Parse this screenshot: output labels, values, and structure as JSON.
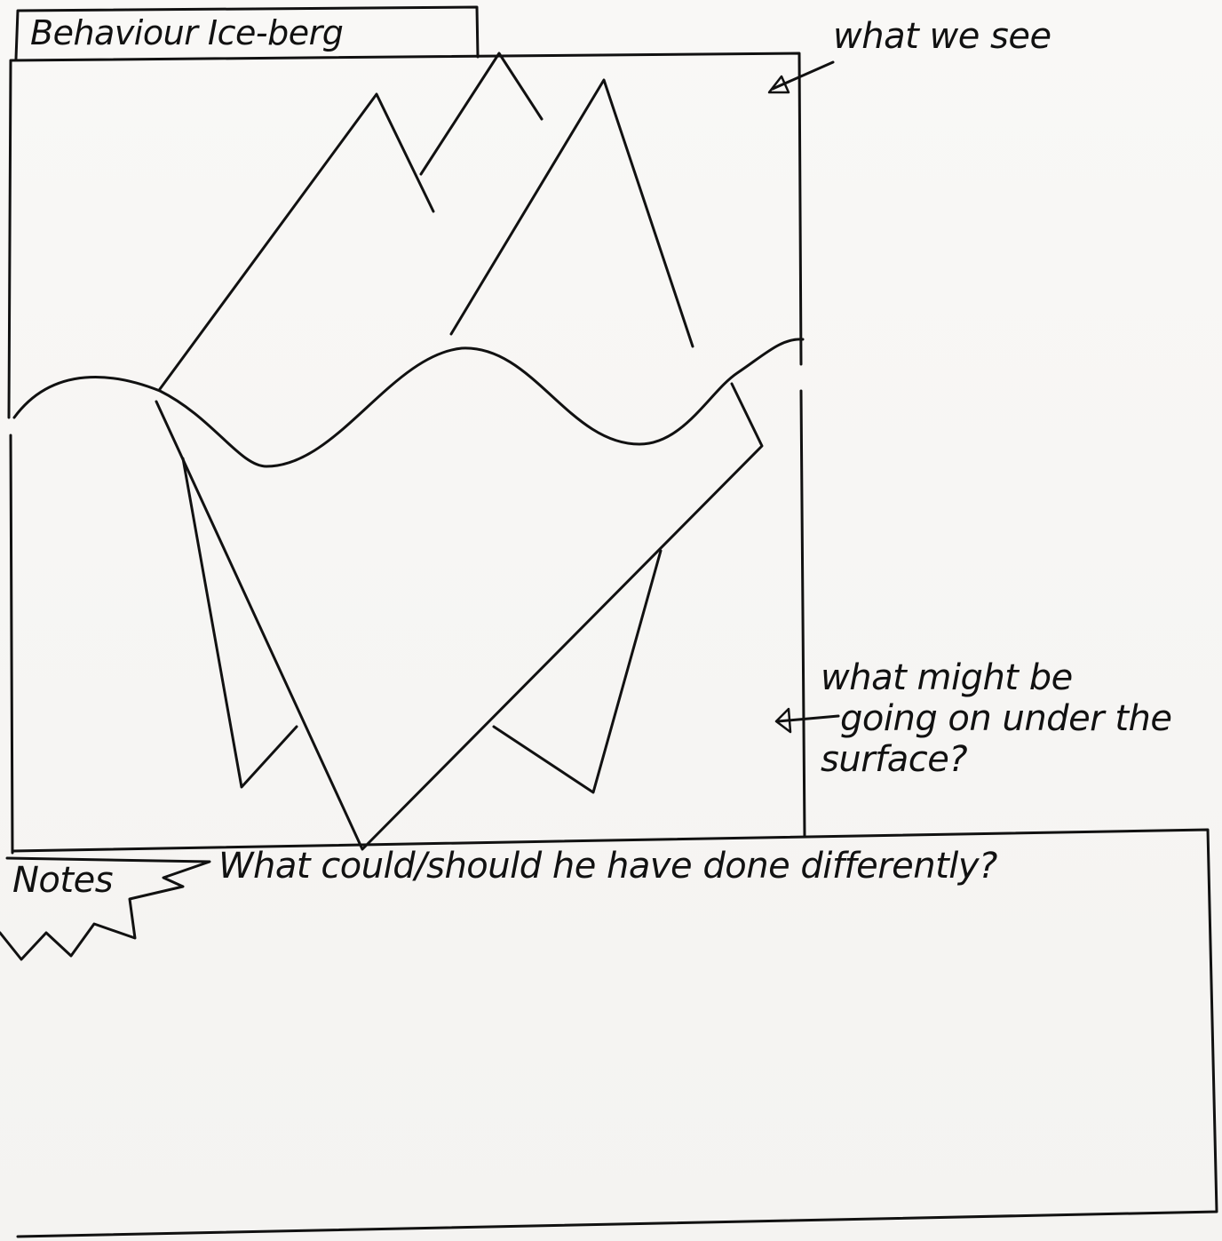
{
  "title": "Behaviour Ice-berg",
  "labels": {
    "what_we_see": "what we see",
    "under_surface": [
      "what might be",
      "going on under the",
      "surface?"
    ],
    "notes": "Notes",
    "question": "What could/should he have done differently?"
  },
  "colors": {
    "ink": "#111111",
    "paper": "#f7f6f4"
  }
}
